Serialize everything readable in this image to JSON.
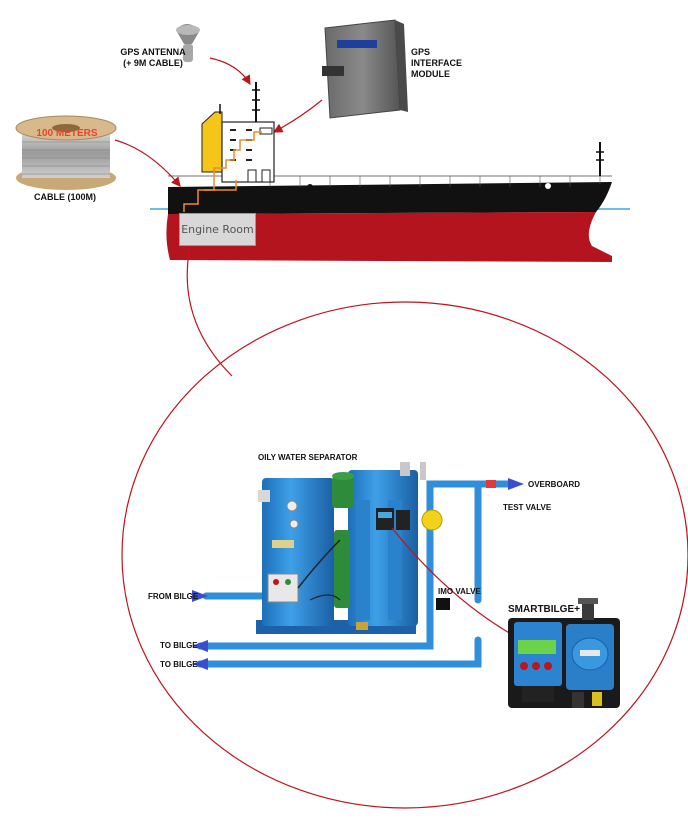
{
  "labels": {
    "gps_antenna": "GPS ANTENNA",
    "gps_antenna_cable": "(+ 9M CABLE)",
    "gps_module_1": "GPS",
    "gps_module_2": "INTERFACE",
    "gps_module_3": "MODULE",
    "spool": "100 METERS",
    "cable": "CABLE (100M)",
    "engine_room": "Engine Room",
    "ows": "OILY WATER SEPARATOR",
    "overboard": "OVERBOARD",
    "test_valve": "TEST VALVE",
    "from_bilge": "FROM BILGE",
    "imo_valve": "IMO VALVE",
    "to_bilge_1": "TO BILGE",
    "to_bilge_2": "TO BILGE",
    "smartbilge": "SMARTBILGE+"
  },
  "colors": {
    "hull_black": "#111111",
    "hull_red": "#b3141e",
    "funnel_yellow": "#f5c518",
    "pipe_blue": "#2f8fd8",
    "arrow_blue": "#3a4fd0",
    "callout_red": "#c0141c",
    "cable_orange": "#f08c28"
  },
  "icons": [
    "gps-antenna-icon",
    "gps-module-icon",
    "cable-spool-icon",
    "ship-icon",
    "separator-unit-icon",
    "smartbilge-unit-icon"
  ]
}
